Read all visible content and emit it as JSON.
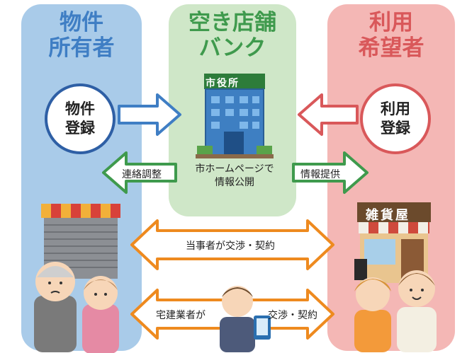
{
  "columns": {
    "owner": {
      "title_line1": "物件",
      "title_line2": "所有者",
      "color": "#3f7ec4",
      "bg": "#a9cbe9"
    },
    "bank": {
      "title_line1": "空き店舗",
      "title_line2": "バンク",
      "color": "#3f9a4d",
      "bg": "#cfe7c8"
    },
    "user": {
      "title_line1": "利用",
      "title_line2": "希望者",
      "color": "#d9585a",
      "bg": "#f4b7b5"
    }
  },
  "circles": {
    "owner_register": {
      "line1": "物件",
      "line2": "登録"
    },
    "user_register": {
      "line1": "利用",
      "line2": "登録"
    }
  },
  "city_hall": {
    "sign": "市役所",
    "caption_line1": "市ホームページで",
    "caption_line2": "情報公開"
  },
  "arrows": {
    "contact_adjust": "連絡調整",
    "info_provide": "情報提供",
    "direct_negotiation": "当事者が交渉・契約",
    "broker_left": "宅建業者が",
    "broker_right": "交渉・契約"
  },
  "shops": {
    "variety_store_sign": "雑貨屋"
  },
  "icons": [
    "city-hall-icon",
    "shuttered-shop-icon",
    "variety-store-icon",
    "elderly-couple-icon",
    "young-couple-icon",
    "realtor-icon"
  ]
}
